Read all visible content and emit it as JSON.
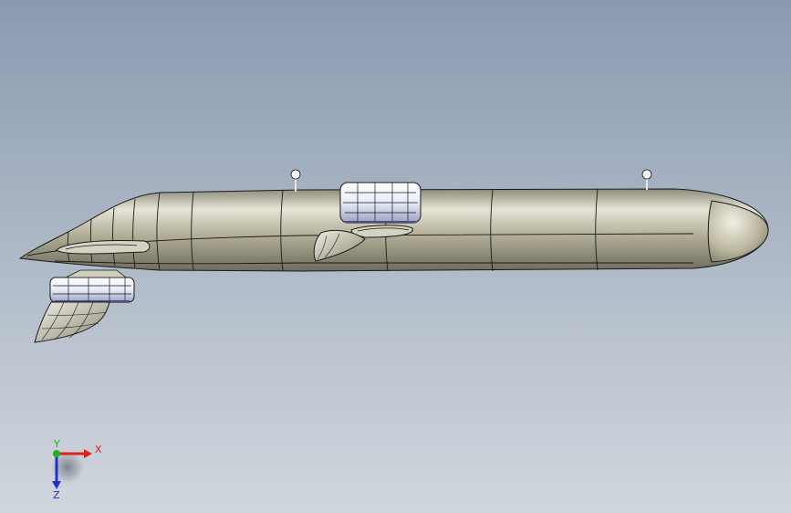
{
  "viewport": {
    "background_top": "#8a9ab0",
    "background_bottom": "#d0d6dd"
  },
  "model": {
    "hull_color": "#b8b49c",
    "pod_color": "#e8ecf8",
    "edge_color": "#1a1a1a"
  },
  "triad": {
    "x_label": "X",
    "y_label": "Y",
    "z_label": "Z",
    "x_color": "#e02020",
    "y_color": "#20b020",
    "z_color": "#2030d0"
  }
}
